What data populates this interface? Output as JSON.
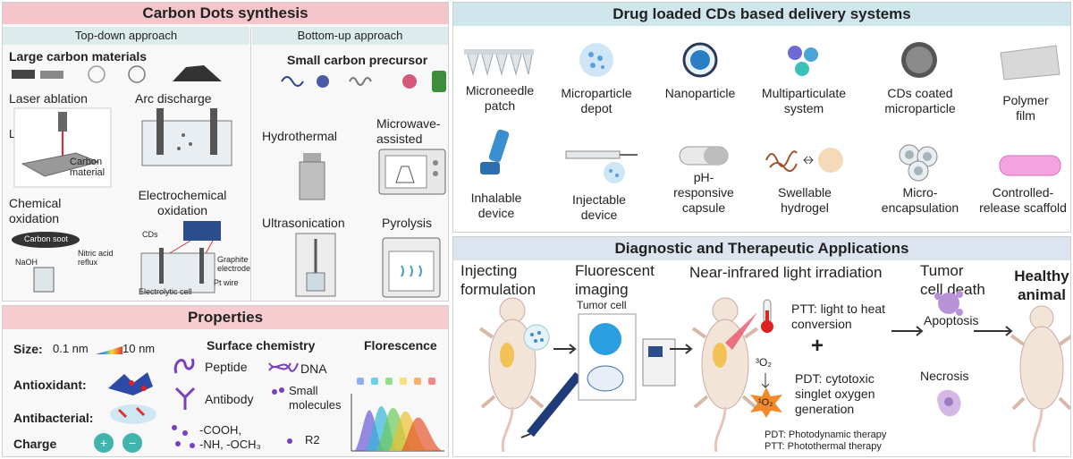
{
  "synthesis": {
    "title": "Carbon Dots synthesis",
    "top_down": "Top-down approach",
    "bottom_up": "Bottom-up approach",
    "large_materials": "Large carbon materials",
    "small_precursor": "Small carbon precursor",
    "laser": "Laser ablation",
    "lens": "Lens",
    "carbon_material_1": "Carbon",
    "carbon_material_2": "material",
    "arc": "Arc discharge",
    "chem_ox_1": "Chemical",
    "chem_ox_2": "oxidation",
    "carbon_soot": "Carbon soot",
    "naoh": "NaOH",
    "nitric_1": "Nitric acid",
    "nitric_2": "reflux",
    "electro_1": "Electrochemical",
    "electro_2": "oxidation",
    "cds": "CDs",
    "graphite_1": "Graphite",
    "graphite_2": "electrode",
    "pt_wire": "Pt wire",
    "electrolytic": "Electrolytic cell",
    "hydrothermal": "Hydrothermal",
    "microwave_1": "Microwave-",
    "microwave_2": "assisted",
    "ultrasonication": "Ultrasonication",
    "pyrolysis": "Pyrolysis"
  },
  "properties": {
    "title": "Properties",
    "size_label": "Size:",
    "size_min": "0.1 nm",
    "size_max": "10 nm",
    "antioxidant": "Antioxidant:",
    "antibacterial": "Antibacterial:",
    "charge": "Charge",
    "plus": "+",
    "minus": "−",
    "surface": "Surface chemistry",
    "peptide": "Peptide",
    "dna": "DNA",
    "antibody": "Antibody",
    "small_1": "Small",
    "small_2": "molecules",
    "groups_1": "-COOH,",
    "groups_2": "-NH, -OCH₃",
    "r2": "R2",
    "florescence": "Florescence"
  },
  "delivery": {
    "title": "Drug loaded CDs based delivery systems",
    "items": [
      {
        "l1": "Microneedle",
        "l2": "patch"
      },
      {
        "l1": "Microparticle",
        "l2": "depot"
      },
      {
        "l1": "Nanoparticle",
        "l2": ""
      },
      {
        "l1": "Multiparticulate",
        "l2": "system"
      },
      {
        "l1": "CDs coated",
        "l2": "microparticle"
      },
      {
        "l1": "Polymer",
        "l2": "film"
      },
      {
        "l1": "Inhalable",
        "l2": "device"
      },
      {
        "l1": "Injectable",
        "l2": "device"
      },
      {
        "l1": "pH-",
        "l2": "responsive",
        "l3": "capsule"
      },
      {
        "l1": "Swellable",
        "l2": "hydrogel"
      },
      {
        "l1": "Micro-",
        "l2": "encapsulation"
      },
      {
        "l1": "Controlled-",
        "l2": "release scaffold"
      }
    ]
  },
  "diagnostic": {
    "title": "Diagnostic and Therapeutic Applications",
    "injecting_1": "Injecting",
    "injecting_2": "formulation",
    "fluor_1": "Fluorescent",
    "fluor_2": "imaging",
    "nir": "Near-infrared light irradiation",
    "tumor_death_1": "Tumor",
    "tumor_death_2": "cell death",
    "healthy_1": "Healthy",
    "healthy_2": "animal",
    "tumor_cell": "Tumor cell",
    "ptt_1": "PTT: light to heat",
    "ptt_2": "conversion",
    "plus": "+",
    "pdt_1": "PDT: cytotoxic",
    "pdt_2": "singlet oxygen",
    "pdt_3": "generation",
    "o2_triplet": "³O₂",
    "o2_singlet": "¹O₂",
    "apoptosis": "Apoptosis",
    "necrosis": "Necrosis",
    "legend_pdt": "PDT: Photodynamic therapy",
    "legend_ptt": "PTT: Photothermal therapy"
  },
  "colors": {
    "synthesis_header": "#f4c6cb",
    "sub_header": "#dcecec",
    "delivery_header": "#cfe6ec",
    "properties_header": "#f6ccd0",
    "diagnostic_header": "#dbe4ef"
  }
}
